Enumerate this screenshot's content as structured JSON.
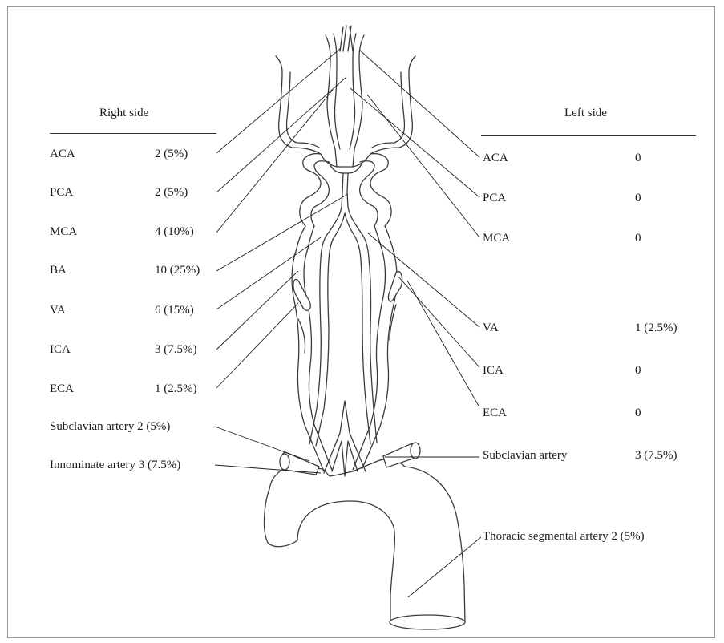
{
  "right": {
    "heading": "Right side",
    "rows": [
      {
        "name": "ACA",
        "value": "2 (5%)"
      },
      {
        "name": "PCA",
        "value": "2 (5%)"
      },
      {
        "name": "MCA",
        "value": "4 (10%)"
      },
      {
        "name": "BA",
        "value": "10 (25%)"
      },
      {
        "name": "VA",
        "value": "6 (15%)"
      },
      {
        "name": "ICA",
        "value": "3 (7.5%)"
      },
      {
        "name": "ECA",
        "value": "1 (2.5%)"
      }
    ],
    "subclavian": "Subclavian artery 2 (5%)",
    "innominate": "Innominate artery 3 (7.5%)"
  },
  "left": {
    "heading": "Left side",
    "rows": [
      {
        "name": "ACA",
        "value": "0"
      },
      {
        "name": "PCA",
        "value": "0"
      },
      {
        "name": "MCA",
        "value": "0"
      },
      {
        "name": "VA",
        "value": "1 (2.5%)"
      },
      {
        "name": "ICA",
        "value": "0"
      },
      {
        "name": "ECA",
        "value": "0"
      },
      {
        "name": "Subclavian artery",
        "value": "3 (7.5%)"
      }
    ],
    "thoracic": "Thoracic segmental artery 2 (5%)"
  }
}
